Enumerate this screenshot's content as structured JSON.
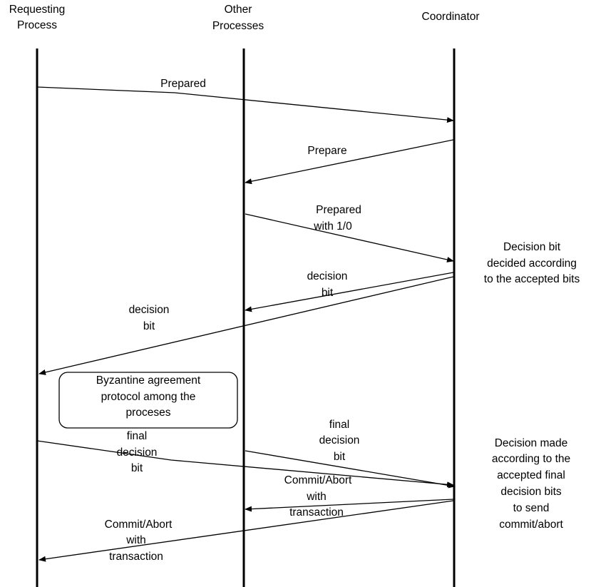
{
  "participants": {
    "requesting": [
      "Requesting",
      "Process"
    ],
    "others": [
      "Other",
      "Processes"
    ],
    "coordinator": [
      "Coordinator"
    ]
  },
  "messages": {
    "m1": [
      "Prepared"
    ],
    "m2": [
      "Prepare"
    ],
    "m3": [
      "Prepared",
      "with 1/0"
    ],
    "m4": [
      "decision",
      "bit"
    ],
    "m5": [
      "decision",
      "bit"
    ],
    "m6": [
      "final",
      "decision",
      "bit"
    ],
    "m7": [
      "final",
      "decision",
      "bit"
    ],
    "m8": [
      "Commit/Abort",
      "with",
      "transaction"
    ],
    "m9": [
      "Commit/Abort",
      "with",
      "transaction"
    ]
  },
  "notes": {
    "decision_bit": [
      "Decision bit",
      "decided according",
      "to the accepted bits"
    ],
    "byzantine": [
      "Byzantine agreement",
      "protocol among the",
      "proceses"
    ],
    "decision_made": [
      "Decision made",
      "according to the",
      "accepted final",
      "decision bits",
      "to send",
      "commit/abort"
    ]
  }
}
